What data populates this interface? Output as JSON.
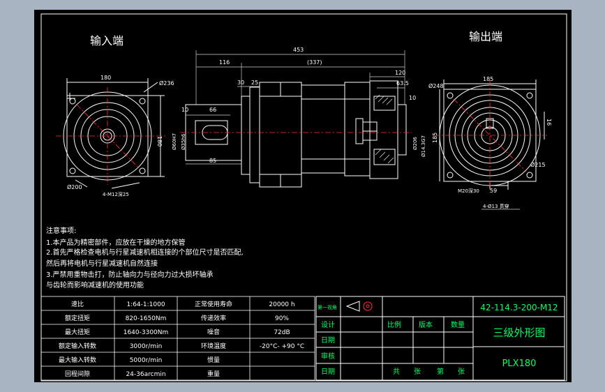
{
  "colors": {
    "background": "#a9b4c2",
    "paper": "#000000",
    "line": "#ffffff",
    "center": "#ff3030",
    "title": "#00ff66",
    "dim": "#cfcfcf"
  },
  "views": {
    "input_label": "输入端",
    "output_label": "输出端"
  },
  "dimensions": {
    "d453": "453",
    "d337": "(337)",
    "d116": "116",
    "d120": "120",
    "d63_5": "63.5",
    "d30": "30",
    "d25": "25",
    "d10a": "10",
    "d66": "66",
    "d10b": "10",
    "d85": "85",
    "d180top": "180",
    "d180side": "180",
    "d236": "Ø236",
    "d200": "Ø200",
    "bolt_in": "4-M12深25",
    "shaft_in": "Ø35h6",
    "pilot_in": "Ø60H7",
    "d185top": "185",
    "d185side": "185",
    "d248": "Ø248",
    "d215": "Ø215",
    "d16": "16",
    "d59": "59",
    "m20": "M20深30",
    "bolt_out": "4-Ø13 贯穿",
    "d206": "Ø206",
    "d143": "Ø14.3G7"
  },
  "notes": {
    "title": "注意事项:",
    "lines": [
      "1.本产品为精密部件，应放在干燥的地方保管",
      "2.首先严格检查电机与行星减速机相连接的个部位尺寸是否匹配,",
      "然后再将电机与行星减速机自然连接",
      "3.严禁用重物击打，防止轴向力与径向力过大损坏轴承",
      "与齿轮而影响减速机的使用功能"
    ]
  },
  "specs": [
    {
      "label": "速比",
      "value": "1:64-1:1000",
      "label2": "正常使用寿命",
      "value2": "20000 h"
    },
    {
      "label": "额定扭矩",
      "value": "820-1650Nm",
      "label2": "传递效率",
      "value2": "90%"
    },
    {
      "label": "最大扭矩",
      "value": "1640-3300Nm",
      "label2": "噪音",
      "value2": "72dB"
    },
    {
      "label": "额定输入转数",
      "value": "3000r/min",
      "label2": "环境温度",
      "value2": "-20°C- +90 °C"
    },
    {
      "label": "最大输入转数",
      "value": "5000r/min",
      "label2": "惯量",
      "value2": ""
    },
    {
      "label": "回程间隙",
      "value": "24-36arcmin",
      "label2": "重量",
      "value2": ""
    }
  ],
  "title_block": {
    "first_angle": "第一视角",
    "design": "设计",
    "date1": "日期",
    "review": "审核",
    "date2": "日期",
    "scale": "比例",
    "version": "版本",
    "quantity": "数量",
    "total": "共",
    "sheet": "张",
    "sheet_no": "第",
    "pages": "张",
    "drawing_no": "42-114.3-200-M12",
    "drawing_name": "三级外形图",
    "model": "PLX180"
  }
}
